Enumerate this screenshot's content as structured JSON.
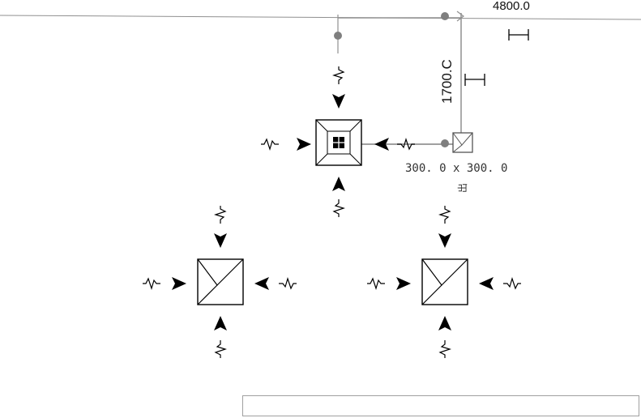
{
  "drawing": {
    "dimension_horizontal": "4800.0",
    "dimension_vertical": "1700.C",
    "size_label": "300. 0  x  300. 0",
    "tag_label": "出"
  },
  "colors": {
    "line": "#888888",
    "grip": "#808080",
    "symbol": "#000000",
    "background": "#ffffff"
  },
  "icons": [
    "arrow-right-icon",
    "arrow-left-icon",
    "arrow-down-icon",
    "arrow-up-icon",
    "break-line-icon",
    "dimension-cap-icon",
    "grip-icon",
    "diffuser-icon"
  ],
  "command_input": {
    "value": "",
    "placeholder": ""
  }
}
